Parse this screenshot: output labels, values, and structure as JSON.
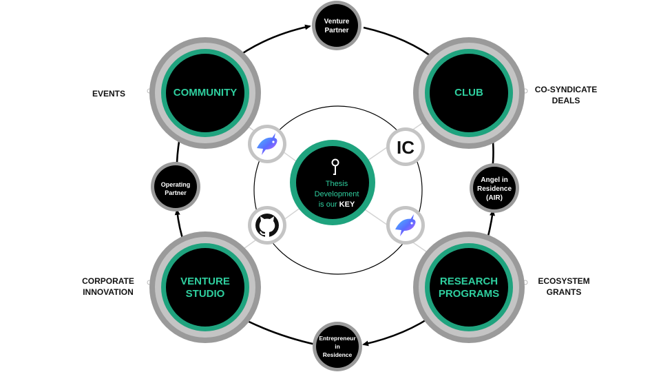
{
  "hubs": {
    "community": {
      "label": "COMMUNITY"
    },
    "club": {
      "label": "CLUB"
    },
    "venture_studio": {
      "line1": "VENTURE",
      "line2": "STUDIO"
    },
    "research_programs": {
      "line1": "RESEARCH",
      "line2": "PROGRAMS"
    }
  },
  "roles": {
    "venture_partner": {
      "line1": "Venture",
      "line2": "Partner"
    },
    "operating_partner": {
      "line1": "Operating",
      "line2": "Partner"
    },
    "angel_in_residence": {
      "line1": "Angel in",
      "line2": "Residence",
      "line3": "(AIR)"
    },
    "entrepreneur_in_residence": {
      "line1": "Entrepreneur",
      "line2": "in",
      "line3": "Residence"
    }
  },
  "side_labels": {
    "events": "EVENTS",
    "co_syndicate": {
      "line1": "CO-SYNDICATE",
      "line2": "DEALS"
    },
    "corporate_innovation": {
      "line1": "CORPORATE",
      "line2": "INNOVATION"
    },
    "ecosystem_grants": {
      "line1": "ECOSYSTEM",
      "line2": "GRANTS"
    }
  },
  "center": {
    "line1": "Thesis",
    "line2": "Development",
    "line3_prefix": "is our ",
    "line3_key": "KEY",
    "icon": "key-icon"
  },
  "badges": {
    "top_left": {
      "icon": "fish-icon"
    },
    "top_right": {
      "text": "IC"
    },
    "bottom_left": {
      "icon": "github-icon"
    },
    "bottom_right": {
      "icon": "fish-icon"
    }
  },
  "colors": {
    "accent": "#1fa37e",
    "accent_text": "#2fcf9f",
    "outer_ring": "#9a9a9a",
    "inner_ring": "#c4c4c4",
    "fill": "#000000"
  }
}
